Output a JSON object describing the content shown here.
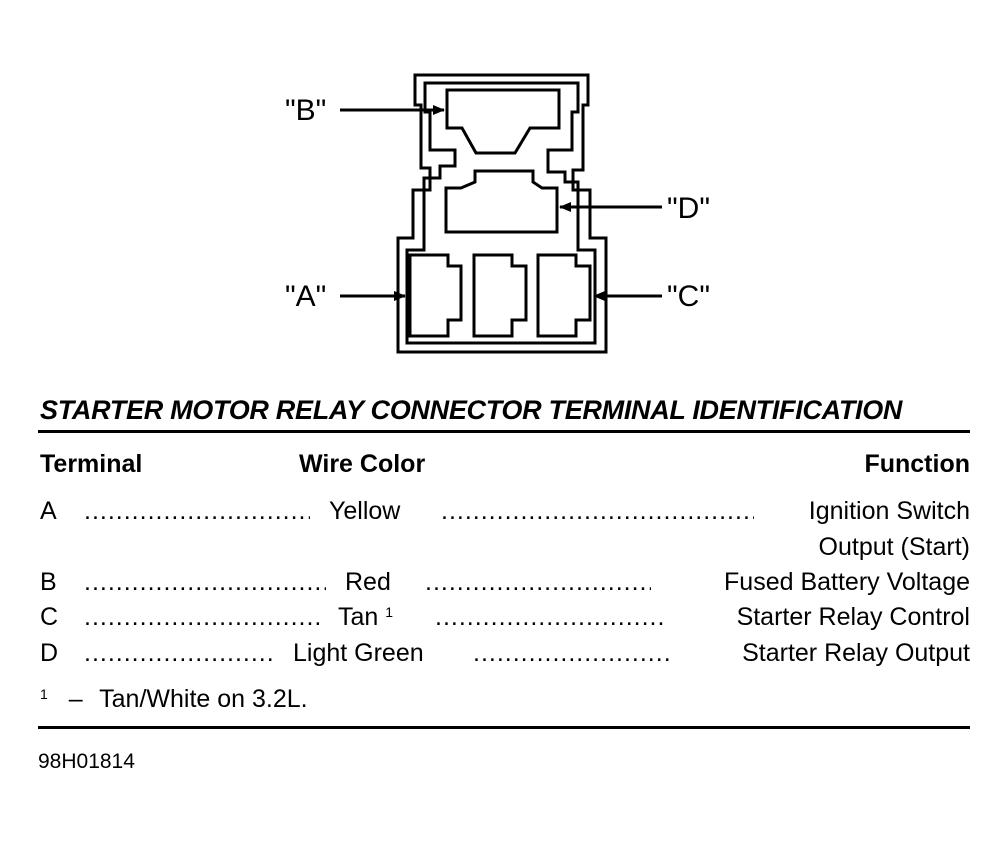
{
  "diagram": {
    "callouts": {
      "b": "\"B\"",
      "d": "\"D\"",
      "a": "\"A\"",
      "c": "\"C\""
    }
  },
  "table": {
    "title": "STARTER MOTOR RELAY CONNECTOR TERMINAL IDENTIFICATION",
    "headers": {
      "terminal": "Terminal",
      "wire_color": "Wire Color",
      "function": "Function"
    },
    "rows": [
      {
        "terminal": "A",
        "wire_color": "Yellow",
        "function": "Ignition Switch",
        "function_cont": "Output (Start)"
      },
      {
        "terminal": "B",
        "wire_color": "Red",
        "function": "Fused Battery Voltage"
      },
      {
        "terminal": "C",
        "wire_color": "Tan",
        "wire_color_note": "1",
        "function": "Starter Relay Control"
      },
      {
        "terminal": "D",
        "wire_color": "Light Green",
        "function": "Starter Relay Output"
      }
    ],
    "footnote": {
      "marker": "1",
      "dash": "–",
      "text": "Tan/White on 3.2L."
    },
    "figure_code": "98H01814"
  }
}
